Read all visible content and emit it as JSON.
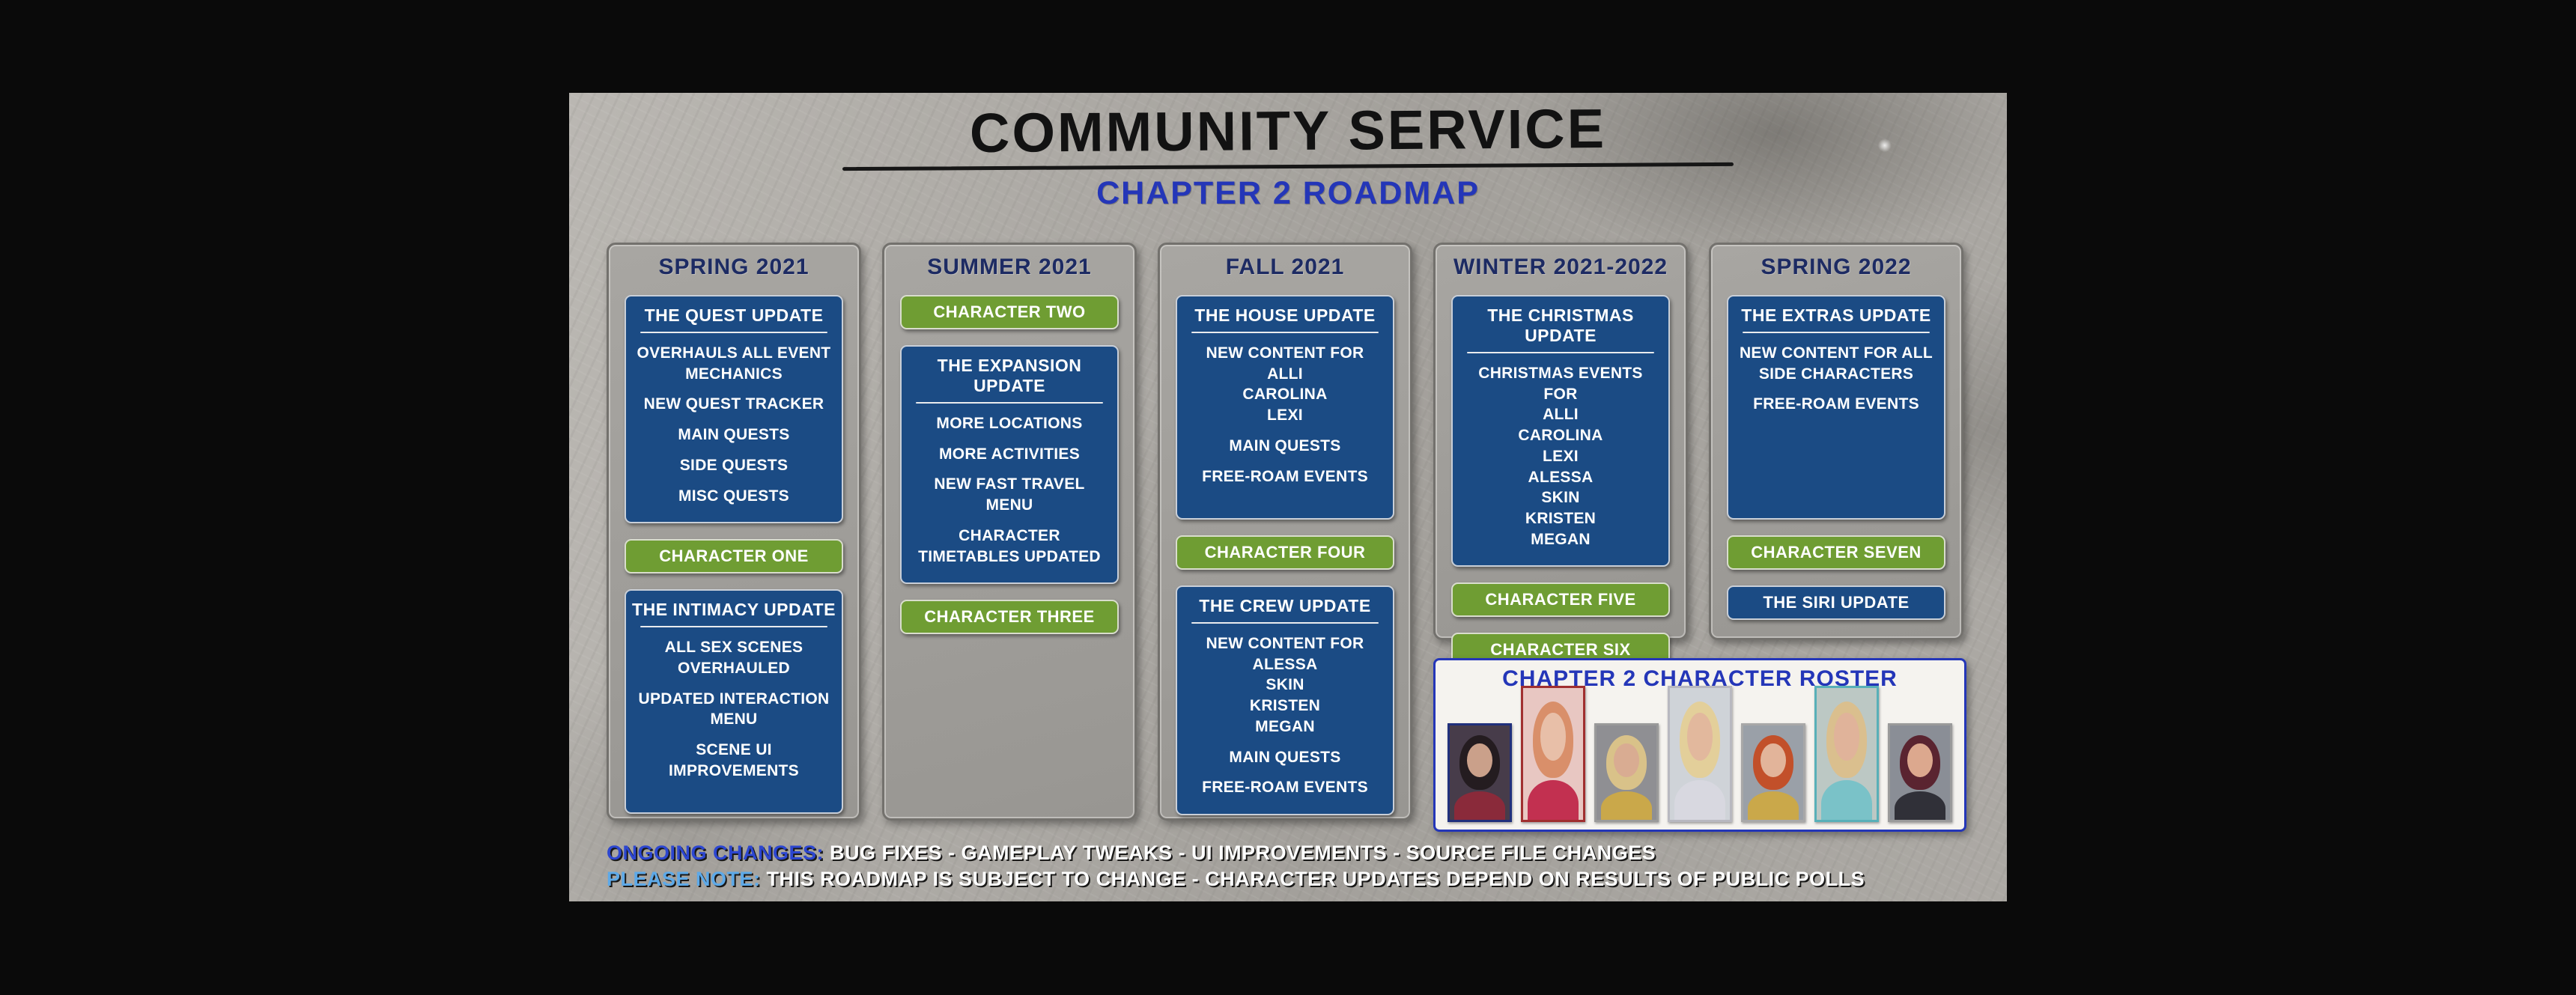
{
  "header": {
    "title": "COMMUNITY SERVICE",
    "subtitle": "CHAPTER 2 ROADMAP"
  },
  "columns": [
    {
      "season": "SPRING 2021",
      "blocks": [
        {
          "type": "update",
          "title": "THE QUEST UPDATE",
          "items": [
            "OVERHAULS ALL EVENT MECHANICS",
            "NEW QUEST TRACKER",
            "MAIN QUESTS",
            "SIDE QUESTS",
            "MISC QUESTS"
          ]
        },
        {
          "type": "character",
          "label": "CHARACTER ONE"
        },
        {
          "type": "update",
          "title": "THE INTIMACY UPDATE",
          "items": [
            "ALL SEX SCENES OVERHAULED",
            "UPDATED INTERACTION MENU",
            "SCENE UI IMPROVEMENTS"
          ]
        }
      ]
    },
    {
      "season": "SUMMER 2021",
      "blocks": [
        {
          "type": "character",
          "label": "CHARACTER TWO"
        },
        {
          "type": "update",
          "title": "THE EXPANSION UPDATE",
          "items": [
            "MORE LOCATIONS",
            "MORE ACTIVITIES",
            "NEW FAST TRAVEL MENU",
            "CHARACTER TIMETABLES UPDATED"
          ]
        },
        {
          "type": "character",
          "label": "CHARACTER THREE"
        }
      ]
    },
    {
      "season": "FALL 2021",
      "blocks": [
        {
          "type": "update",
          "title": "THE HOUSE UPDATE",
          "items": [
            "NEW CONTENT FOR\nALLI\nCAROLINA\nLEXI",
            "MAIN QUESTS",
            "FREE-ROAM EVENTS"
          ]
        },
        {
          "type": "character",
          "label": "CHARACTER FOUR"
        },
        {
          "type": "update",
          "title": "THE CREW UPDATE",
          "items": [
            "NEW CONTENT FOR\nALESSA\nSKIN\nKRISTEN\nMEGAN",
            "MAIN QUESTS",
            "FREE-ROAM EVENTS"
          ]
        }
      ]
    },
    {
      "season": "WINTER 2021-2022",
      "blocks": [
        {
          "type": "update",
          "title": "THE CHRISTMAS UPDATE",
          "items": [
            "CHRISTMAS EVENTS FOR\nALLI\nCAROLINA\nLEXI\nALESSA\nSKIN\nKRISTEN\nMEGAN"
          ]
        },
        {
          "type": "character",
          "label": "CHARACTER FIVE"
        },
        {
          "type": "character",
          "label": "CHARACTER SIX"
        }
      ]
    },
    {
      "season": "SPRING 2022",
      "blocks": [
        {
          "type": "update",
          "title": "THE EXTRAS UPDATE",
          "items": [
            "NEW CONTENT FOR ALL SIDE CHARACTERS",
            "FREE-ROAM EVENTS"
          ]
        },
        {
          "type": "character",
          "label": "CHARACTER SEVEN"
        },
        {
          "type": "pill-update",
          "label": "THE SIRI UPDATE"
        }
      ]
    }
  ],
  "roster": {
    "title": "CHAPTER 2 CHARACTER ROSTER",
    "portraits": [
      {
        "bg": "#473c4a",
        "hair": "#241c20",
        "skin": "#caa08a",
        "top": "#8a2a3a",
        "border": "#20307c",
        "tall": false
      },
      {
        "bg": "#e8c7c2",
        "hair": "#d98f6a",
        "skin": "#e8bfa8",
        "top": "#c23050",
        "border": "#a03030",
        "tall": true
      },
      {
        "bg": "#8f8f93",
        "hair": "#d9c289",
        "skin": "#d9ac92",
        "top": "#caa84a",
        "border": "#9a9a9a",
        "tall": false
      },
      {
        "bg": "#cfd3d8",
        "hair": "#e3cf9a",
        "skin": "#e2b89d",
        "top": "#d8d8e0",
        "border": "#b8b8c0",
        "tall": true
      },
      {
        "bg": "#9aa0a8",
        "hair": "#c2502a",
        "skin": "#e2b49a",
        "top": "#caa84a",
        "border": "#a8a8a8",
        "tall": false
      },
      {
        "bg": "#bcc8c4",
        "hair": "#dabf8e",
        "skin": "#e0b39a",
        "top": "#7ac2c8",
        "border": "#58b0b8",
        "tall": true
      },
      {
        "bg": "#8a8e96",
        "hair": "#5a2430",
        "skin": "#dca88e",
        "top": "#303038",
        "border": "#9a9a9a",
        "tall": false
      }
    ]
  },
  "footer": {
    "ongoing_label": "ONGOING CHANGES:",
    "ongoing_text": " BUG FIXES - GAMEPLAY TWEAKS - UI IMPROVEMENTS - SOURCE FILE CHANGES",
    "note_label": "PLEASE NOTE:",
    "note_text": " THIS ROADMAP IS SUBJECT TO CHANGE - CHARACTER UPDATES DEPEND ON RESULTS OF PUBLIC POLLS"
  }
}
